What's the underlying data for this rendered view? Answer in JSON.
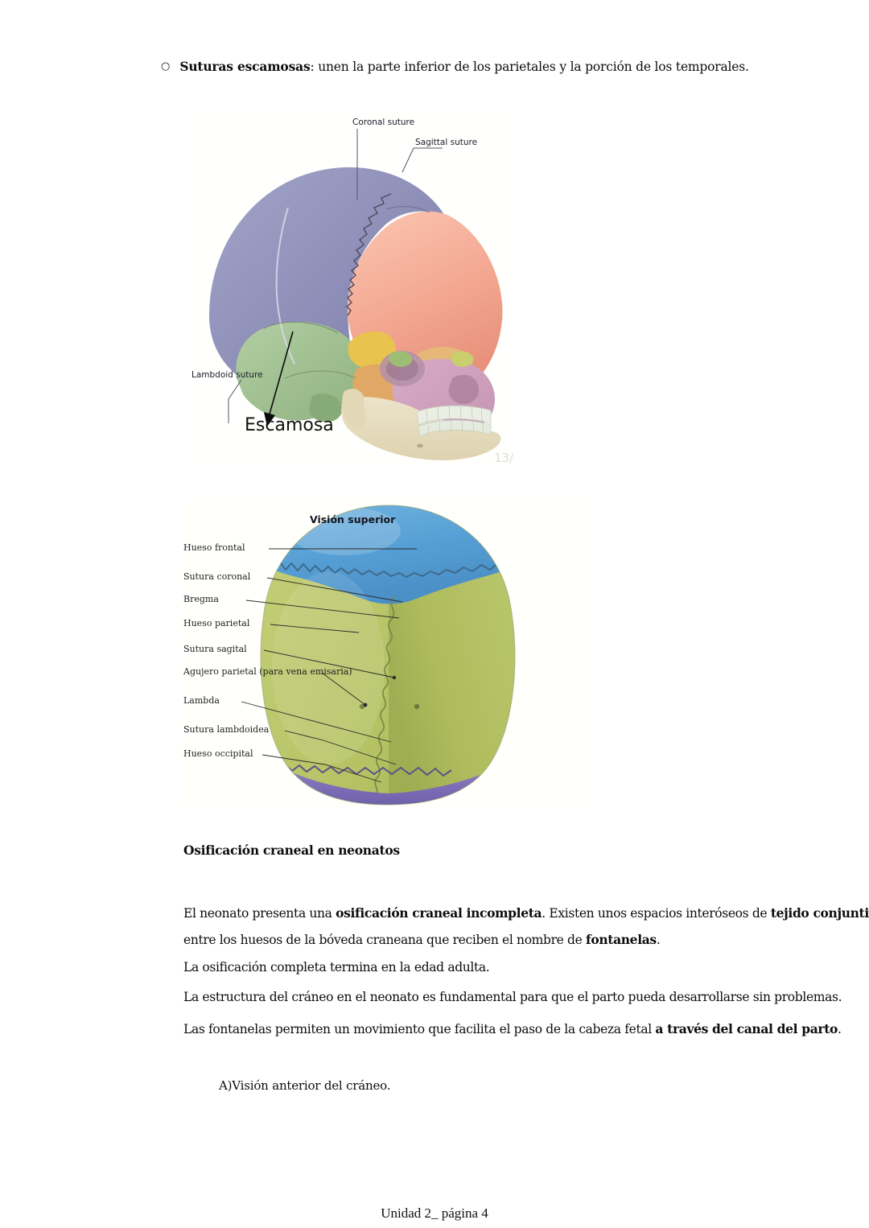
{
  "bullet": {
    "marker": "circle-outline-bullet",
    "term": "Suturas escamosas",
    "rest": ": unen la parte inferior de los parietales y la porción de los temporales."
  },
  "figure1": {
    "name": "lateral-skull-sutures-diagram",
    "labels": {
      "coronal": "Coronal suture",
      "sagittal": "Sagittal suture",
      "lambdoid": "Lambdoid suture",
      "escamosa": "Escamosa"
    },
    "watermark": "13/",
    "colors": {
      "parietal": "#8f90b8",
      "frontal": "#f4ab96",
      "occipital": "#9dbd8e",
      "sphenoid": "#e8c44e",
      "temporal_orange": "#e8b06a",
      "maxilla": "#cfa0bc",
      "mandible": "#e5dcc0",
      "teeth": "#e9eee4"
    }
  },
  "figure2": {
    "name": "superior-skull-view-diagram",
    "title": "Visión superior",
    "labels": [
      "Hueso frontal",
      "Sutura coronal",
      "Bregma",
      "Hueso parietal",
      "Sutura sagital",
      "Agujero parietal (para vena emisaria)",
      "Lambda",
      "Sutura lambdoidea",
      "Hueso occipital"
    ],
    "colors": {
      "frontal": "#5ba3d9",
      "parietal": "#b6c465",
      "occipital": "#7b6cb5"
    }
  },
  "section": {
    "heading": "Osificación craneal en neonatos",
    "lines": [
      {
        "parts": [
          {
            "t": "El neonato presenta una ",
            "b": false
          },
          {
            "t": "osificación craneal incompleta",
            "b": true
          },
          {
            "t": ". Existen unos espacios interóseos de ",
            "b": false
          },
          {
            "t": "tejido conjuntivo",
            "b": true
          }
        ]
      },
      {
        "parts": [
          {
            "t": "entre los huesos de la bóveda craneana que reciben el nombre de ",
            "b": false
          },
          {
            "t": "fontanelas",
            "b": true
          },
          {
            "t": ".",
            "b": false
          }
        ]
      },
      {
        "parts": [
          {
            "t": "La osificación completa termina en la edad adulta.",
            "b": false
          }
        ]
      },
      {
        "parts": [
          {
            "t": "La estructura del cráneo en el neonato es fundamental para que el parto pueda desarrollarse sin problemas.",
            "b": false
          }
        ]
      },
      {
        "parts": [
          {
            "t": "Las fontanelas permiten un movimiento que facilita el paso de la cabeza fetal ",
            "b": false
          },
          {
            "t": "a través del canal del parto",
            "b": true
          },
          {
            "t": ".",
            "b": false
          }
        ]
      }
    ],
    "sub_item": "A)Visión anterior del cráneo."
  },
  "footer": {
    "text": "Unidad 2_ página 4"
  }
}
